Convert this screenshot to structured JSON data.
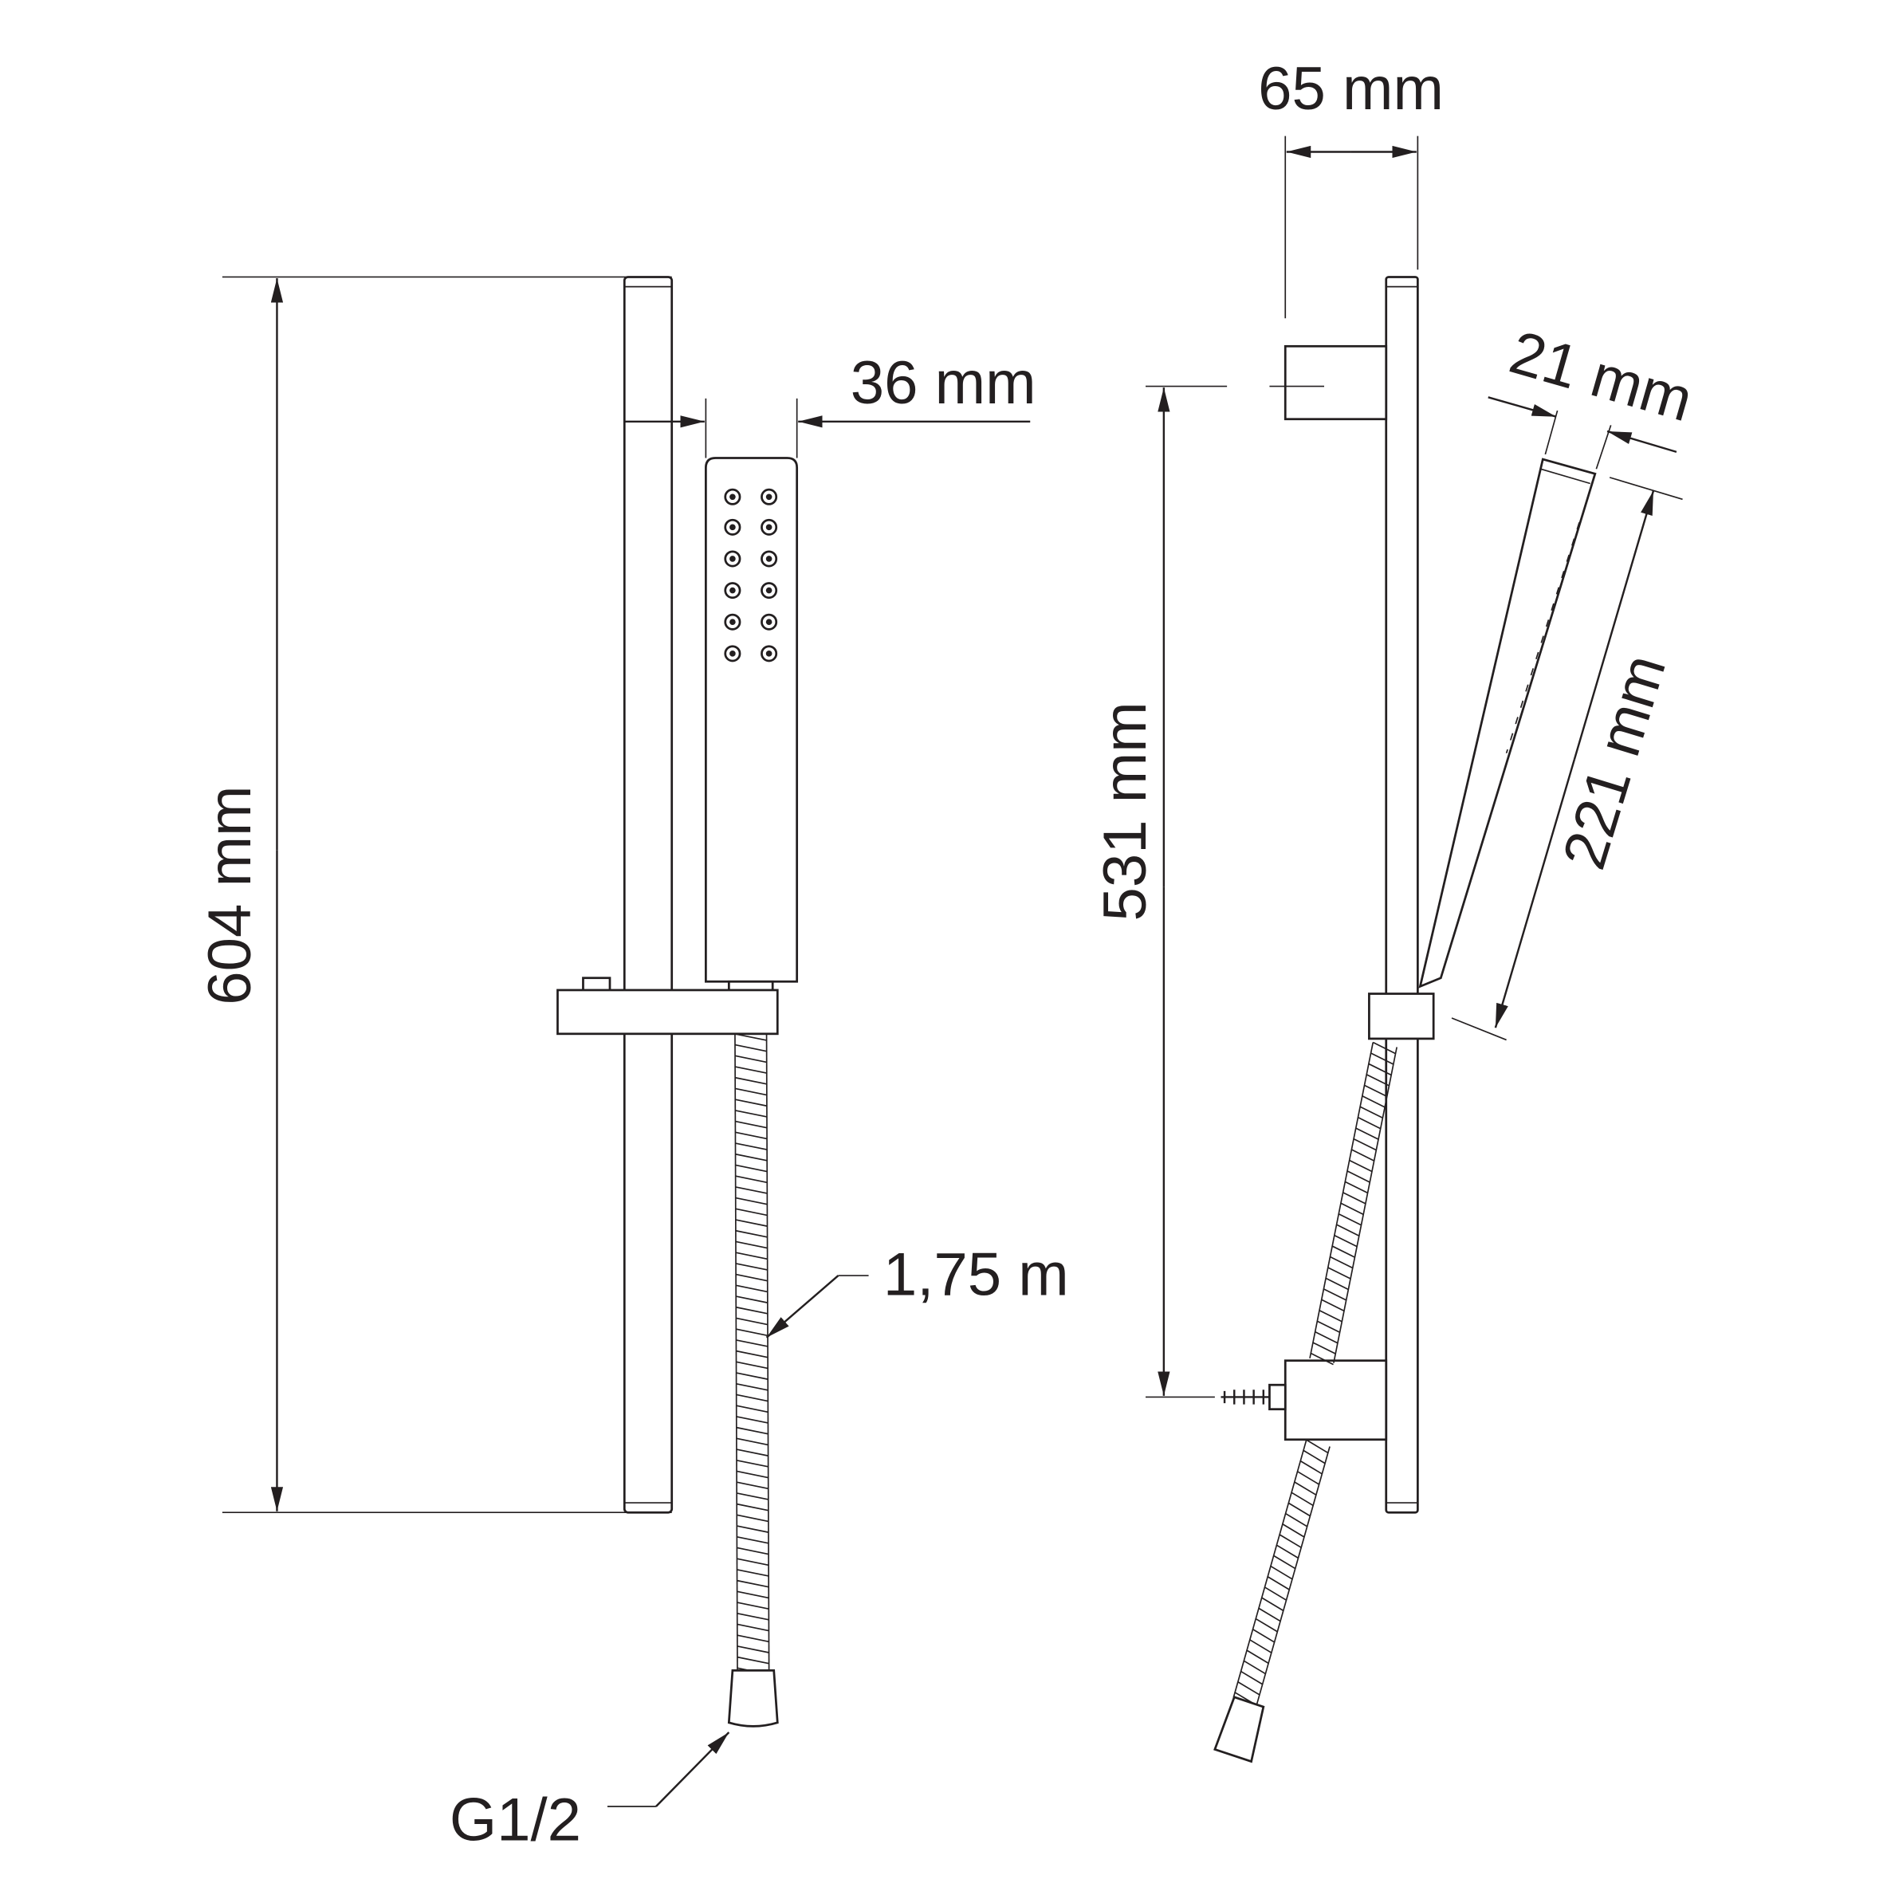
{
  "front_view": {
    "height_label": "604 mm",
    "handshower_width_label": "36 mm",
    "hose_length_label": "1,75 m",
    "connection_label": "G1/2"
  },
  "side_view": {
    "depth_label": "65 mm",
    "bracket_spacing_label": "531 mm",
    "handshower_thickness_label": "21 mm",
    "handshower_length_label": "221 mm"
  },
  "colors": {
    "line": "#231f20",
    "background": "#ffffff"
  }
}
